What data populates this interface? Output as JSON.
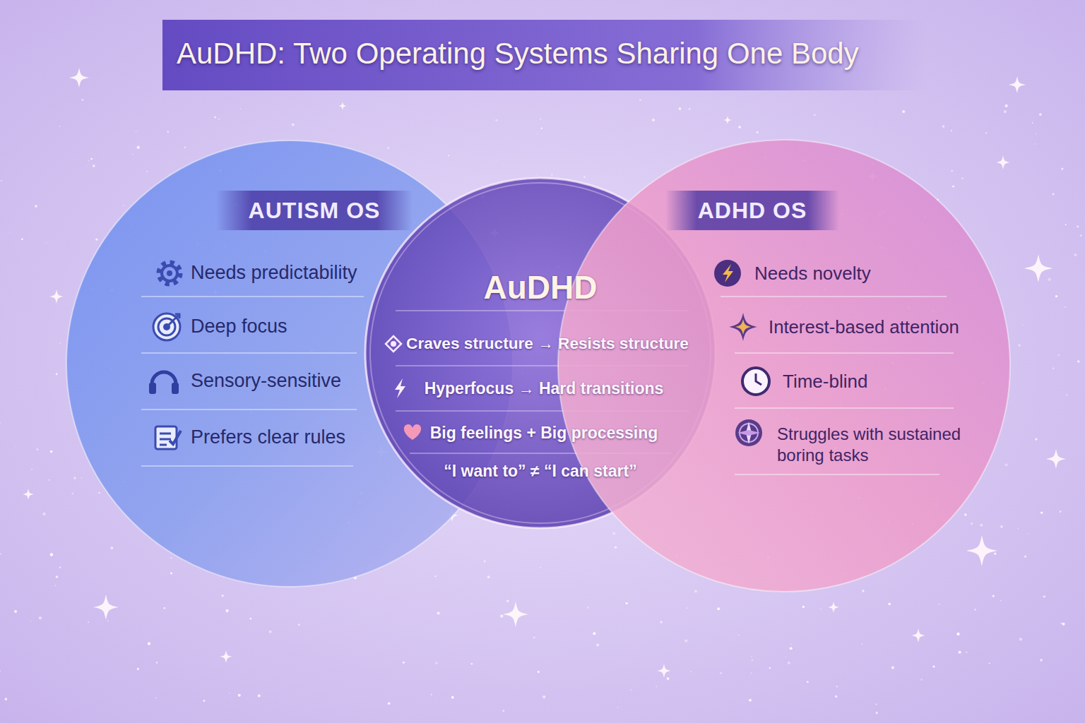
{
  "diagram": {
    "title": "AuDHD: Two Operating Systems Sharing One Body",
    "nodes": [
      {
        "text": [
          "AUTISM OS",
          "Needs predictability",
          "Deep focus",
          "Sensory-sensitive",
          "Prefers clear rules"
        ]
      },
      {
        "text": [
          "AuDHD",
          "Craves structure → Resists structure",
          "Hyperfocus → Hard transitions",
          "Big feelings + Big processing",
          "“I want to” ≠ “I can start”"
        ]
      },
      {
        "text": [
          "ADHD OS",
          "Needs novelty",
          "Interest-based attention",
          "Time-blind",
          "Struggles with sustained boring tasks"
        ]
      }
    ]
  }
}
